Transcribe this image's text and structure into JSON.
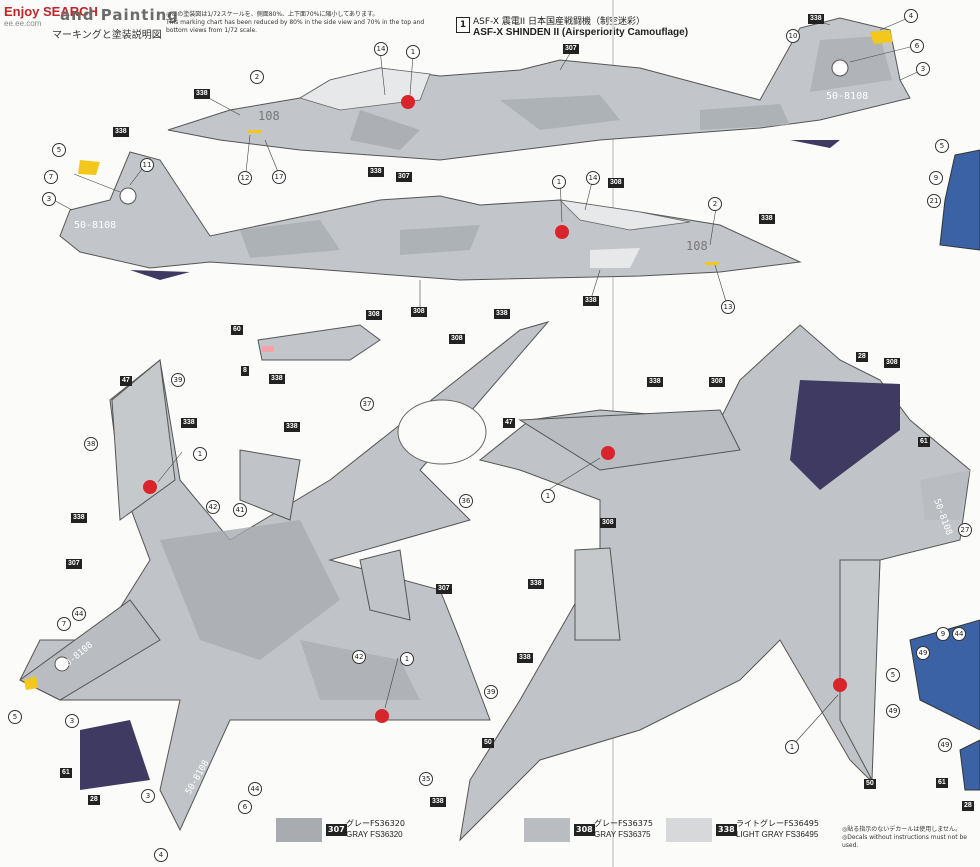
{
  "header": {
    "brand": "Enjoy SEARCH",
    "brand_sub": "ee.ee.com",
    "title_en": "and Painting",
    "title_jp": "マーキングと塗装説明図",
    "note_jp": "◎この塗装図は1/72スケールを、側面80%、上下面70%に縮小してあります。",
    "note_en": "This marking chart has been reduced by 80% in the side view and 70% in the top and bottom views from 1/72 scale."
  },
  "model": {
    "badge": "1",
    "title_jp": "ASF-X 震電II 日本国産戦闘機（制空迷彩）",
    "title_en": "ASF-X SHINDEN II (Airsperiority Camouflage)"
  },
  "aircraft": {
    "tail_code": "50-8108",
    "nose_number": "108",
    "tail_code_mirror": "50-8108"
  },
  "callouts": {
    "c338": "338",
    "c307": "307",
    "c308": "308",
    "c47": "47",
    "c50": "50",
    "c60": "60",
    "c8": "8",
    "c28": "28",
    "c61": "61",
    "n1": "1",
    "n2": "2",
    "n3": "3",
    "n4": "4",
    "n5": "5",
    "n6": "6",
    "n7": "7",
    "n10": "10",
    "n11": "11",
    "n12": "12",
    "n13": "13",
    "n14": "14",
    "n17": "17",
    "n35": "35",
    "n36": "36",
    "n37": "37",
    "n38": "38",
    "n39": "39",
    "n41": "41",
    "n42": "42",
    "n44": "44",
    "n49": "49",
    "n9": "9",
    "n21": "21",
    "n27": "27"
  },
  "legend": [
    {
      "code": "307",
      "jp": "グレーFS36320",
      "en": "GRAY FS36320",
      "color": "#a8acb1"
    },
    {
      "code": "308",
      "jp": "グレーFS36375",
      "en": "GRAY FS36375",
      "color": "#b9bdc2"
    },
    {
      "code": "338",
      "jp": "ライトグレーFS36495",
      "en": "LIGHT GRAY FS36495",
      "color": "#d6d8da"
    }
  ],
  "footnote": {
    "line1": "◎貼る指示のないデカールは使用しません。",
    "line2": "◎Decals without instructions must not be used."
  },
  "colors": {
    "red": "#d8242a",
    "yellow": "#f2c81c",
    "purple": "#3f3a62",
    "blue": "#3a62a5",
    "dark_gray": "#8e939a"
  }
}
